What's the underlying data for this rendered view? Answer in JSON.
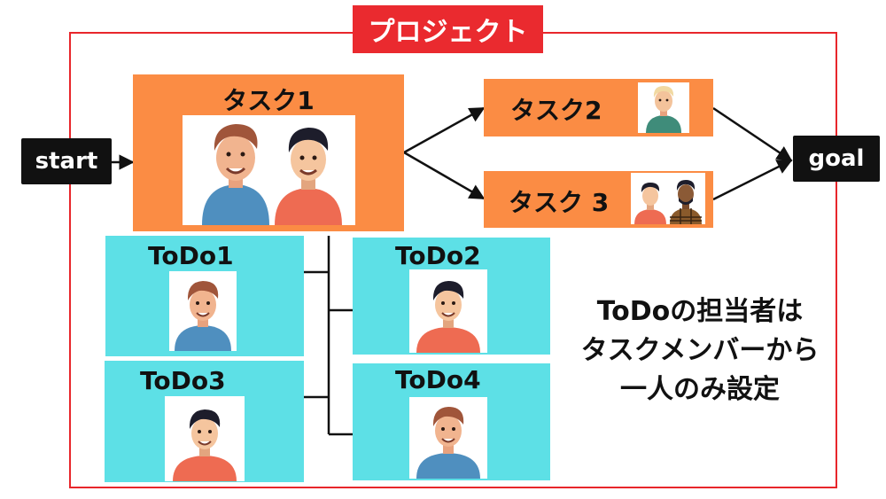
{
  "project": {
    "title": "プロジェクト"
  },
  "start": {
    "label": "start"
  },
  "goal": {
    "label": "goal"
  },
  "tasks": [
    {
      "label": "タスク1"
    },
    {
      "label": "タスク2"
    },
    {
      "label": "タスク 3"
    }
  ],
  "todos": [
    {
      "label": "ToDo1"
    },
    {
      "label": "ToDo2"
    },
    {
      "label": "ToDo3"
    },
    {
      "label": "ToDo4"
    }
  ],
  "note": {
    "lines": [
      "ToDoの担当者は",
      "タスクメンバーから",
      "一人のみ設定"
    ]
  },
  "colors": {
    "project": "#ea2a2f",
    "task": "#fb8c44",
    "todo": "#5de0e6",
    "pill": "#111111"
  },
  "icons": [
    "person-brown-hair-blue-shirt",
    "person-black-hair-red-shirt",
    "person-blond-hair-green-shirt",
    "person-dark-skin-plaid-shirt"
  ]
}
